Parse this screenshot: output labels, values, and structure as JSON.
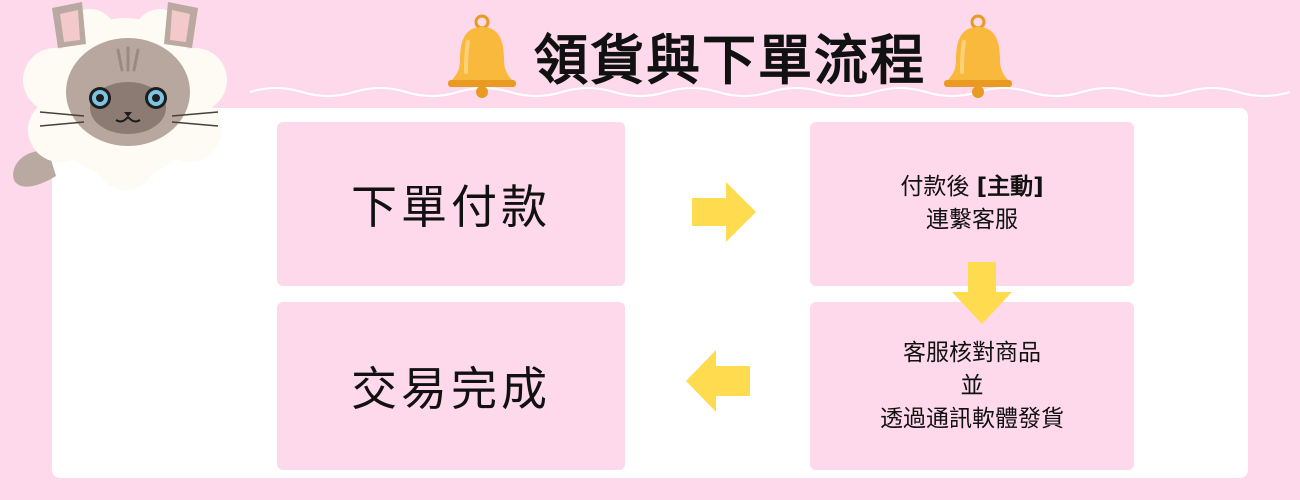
{
  "title": "領貨與下單流程",
  "steps": {
    "order": "下單付款",
    "contact_line1_prefix": "付款後 ",
    "contact_line1_bold": "[主動]",
    "contact_line2": "連繫客服",
    "verify_line1": "客服核對商品",
    "verify_line2": "並",
    "verify_line3": "透過通訊軟體發貨",
    "done": "交易完成"
  },
  "icons": [
    "bell-icon",
    "cat-mascot",
    "arrow-right-icon",
    "arrow-down-icon",
    "arrow-left-icon"
  ],
  "colors": {
    "background": "#fdd9eb",
    "panel": "#ffffff",
    "card": "#fdd9eb",
    "arrow": "#ffdc4f",
    "bell": "#f9b93c"
  }
}
